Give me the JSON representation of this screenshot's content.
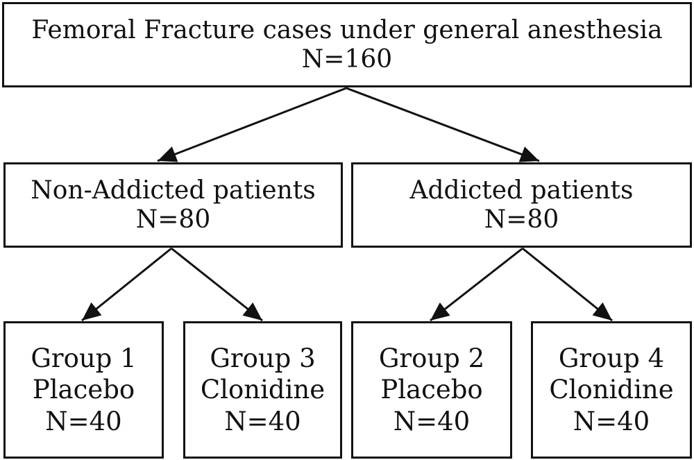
{
  "root": {
    "title": "Femoral Fracture cases under general anesthesia",
    "count": "N=160"
  },
  "branches": [
    {
      "title": "Non-Addicted patients",
      "count": "N=80"
    },
    {
      "title": "Addicted patients",
      "count": "N=80"
    }
  ],
  "groups": [
    {
      "name": "Group 1",
      "treatment": "Placebo",
      "count": "N=40"
    },
    {
      "name": "Group 3",
      "treatment": "Clonidine",
      "count": "N=40"
    },
    {
      "name": "Group 2",
      "treatment": "Placebo",
      "count": "N=40"
    },
    {
      "name": "Group 4",
      "treatment": "Clonidine",
      "count": "N=40"
    }
  ],
  "colors": {
    "line": "#111111",
    "background": "#ffffff"
  }
}
